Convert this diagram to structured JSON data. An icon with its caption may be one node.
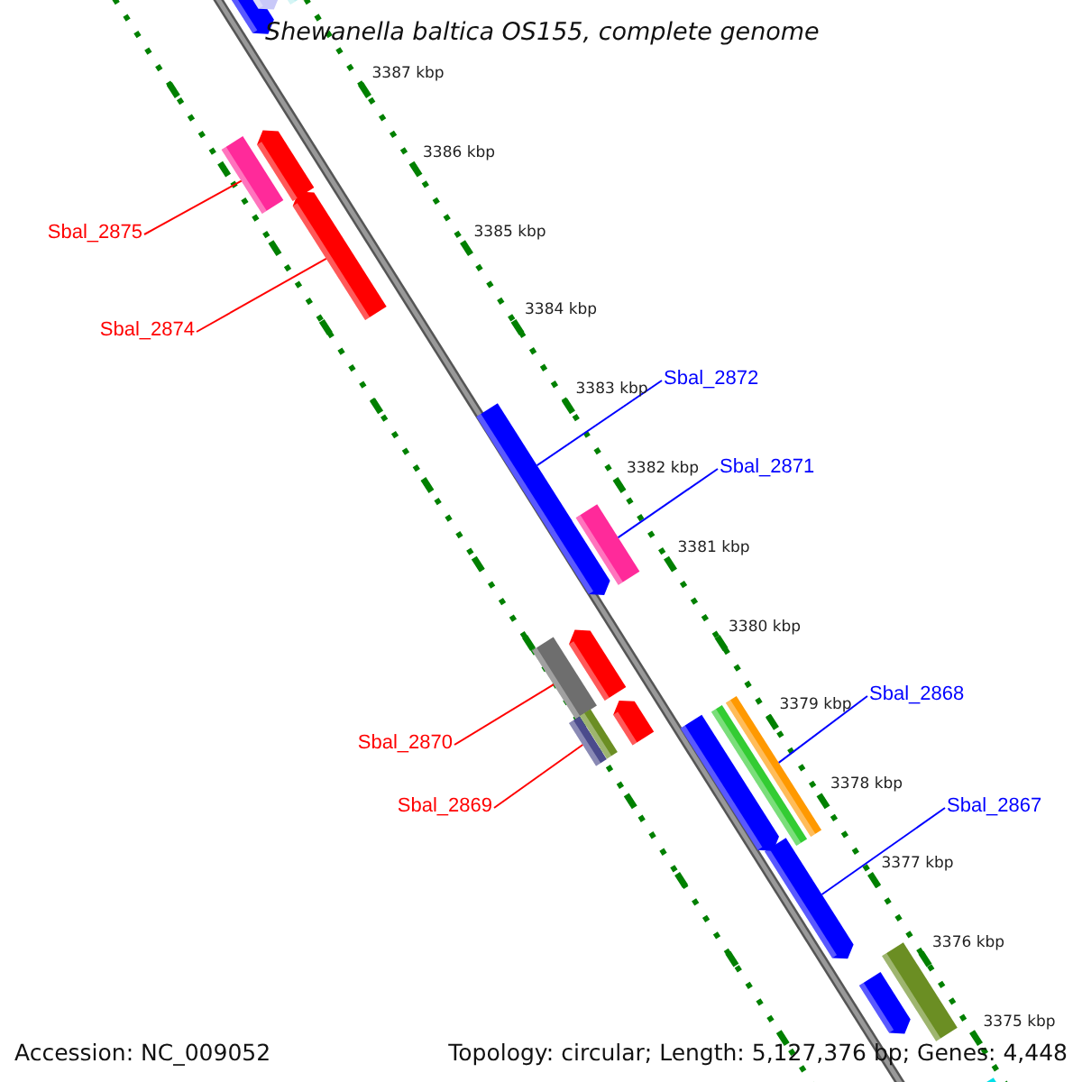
{
  "diagram": {
    "title": "Shewanella baltica OS155, complete genome",
    "nodes": [
      {
        "text": [
          "Sbal_2875"
        ]
      },
      {
        "text": [
          "Sbal_2874"
        ]
      },
      {
        "text": [
          "Sbal_2872"
        ]
      },
      {
        "text": [
          "Sbal_2871"
        ]
      },
      {
        "text": [
          "Sbal_2870"
        ]
      },
      {
        "text": [
          "Sbal_2869"
        ]
      },
      {
        "text": [
          "Sbal_2868"
        ]
      },
      {
        "text": [
          "Sbal_2867"
        ]
      },
      {
        "text": [],
        "shape": "bar"
      },
      {
        "text": [],
        "shape": "bar"
      },
      {
        "text": [],
        "shape": "bar"
      },
      {
        "text": [],
        "shape": "bar"
      },
      {
        "text": [],
        "shape": "bar"
      },
      {
        "text": [],
        "shape": "bar"
      },
      {
        "text": [],
        "shape": "bar"
      },
      {
        "text": [],
        "shape": "bar"
      },
      {
        "text": [],
        "shape": "bar"
      },
      {
        "text": [],
        "shape": "bar"
      },
      {
        "text": [],
        "shape": "bar"
      },
      {
        "text": [],
        "shape": "bar"
      },
      {
        "text": [],
        "shape": "bar"
      },
      {
        "text": [],
        "shape": "bar"
      },
      {
        "text": [],
        "shape": "bar"
      },
      {
        "text": [],
        "shape": "bar"
      },
      {
        "text": [],
        "shape": "bar"
      },
      {
        "text": [],
        "shape": "bar"
      },
      {
        "text": [],
        "shape": "bar"
      },
      {
        "text": [],
        "shape": "bar"
      },
      {
        "text": [],
        "shape": "bar"
      },
      {
        "text": [],
        "shape": "bar"
      }
    ],
    "edges": [
      {
        "from": 0,
        "to": 8,
        "arrow": "none",
        "color": "#ff0000"
      },
      {
        "from": 1,
        "to": 9,
        "arrow": "none",
        "color": "#ff0000"
      },
      {
        "from": 2,
        "to": 10,
        "arrow": "none",
        "color": "#0000ff"
      },
      {
        "from": 3,
        "to": 11,
        "arrow": "none",
        "color": "#0000ff"
      },
      {
        "from": 4,
        "to": 12,
        "arrow": "none",
        "color": "#ff0000"
      },
      {
        "from": 5,
        "to": 13,
        "arrow": "none",
        "color": "#ff0000"
      },
      {
        "from": 6,
        "to": 14,
        "arrow": "none",
        "color": "#0000ff"
      },
      {
        "from": 7,
        "to": 15,
        "arrow": "none",
        "color": "#0000ff"
      }
    ],
    "labels": [
      "3387 kbp",
      "3386 kbp",
      "3385 kbp",
      "3384 kbp",
      "3383 kbp",
      "3382 kbp",
      "3381 kbp",
      "3380 kbp",
      "3379 kbp",
      "3378 kbp",
      "3377 kbp",
      "3376 kbp",
      "3375 kbp",
      "Accession: NC_009052",
      "Topology: circular; Length: 5,127,376 bp; Genes: 4,448"
    ]
  }
}
